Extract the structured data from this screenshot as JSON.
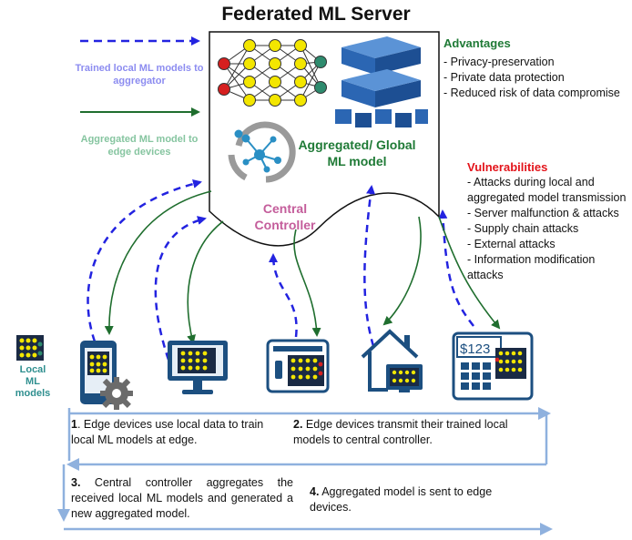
{
  "title": "Federated ML Server",
  "legend": {
    "trained": "Trained local ML models to aggregator",
    "aggregated": "Aggregated ML model to edge devices"
  },
  "advantages": {
    "heading": "Advantages",
    "items": [
      "- Privacy-preservation",
      "- Private data protection",
      "- Reduced risk of data compromise"
    ]
  },
  "vulnerabilities": {
    "heading": "Vulnerabilities",
    "items": [
      "- Attacks during local and aggregated model transmission",
      "- Server malfunction  & attacks",
      "- Supply chain attacks",
      "- External attacks",
      "- Information modification attacks"
    ]
  },
  "server": {
    "aggregated_label": "Aggregated/ Global ML model",
    "controller_label": "Central Controller"
  },
  "local_models_label": "Local ML models",
  "pos_screen_text": "$123",
  "steps": {
    "s1_num": "1",
    "s1_text": ". Edge devices use local data to train local ML models at edge.",
    "s2_num": "2.",
    "s2_text": " Edge devices transmit their trained local models to central controller.",
    "s3_num": "3.",
    "s3_text": " Central controller aggregates the received local ML models and generated a new aggregated model.",
    "s4_num": "4.",
    "s4_text": " Aggregated model is sent to edge devices."
  },
  "colors": {
    "upload_arrow": "#2323e0",
    "download_arrow": "#1f6e2e",
    "flow_arrow": "#8fb1de",
    "device": "#1c4f80"
  }
}
